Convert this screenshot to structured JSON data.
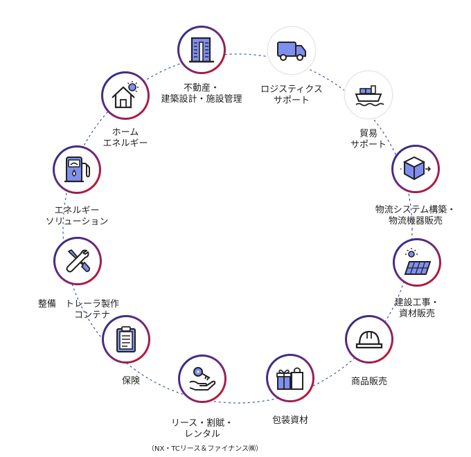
{
  "items": [
    {
      "key": "real-estate",
      "lines": [
        "不動産・",
        "建築設計・施設管理"
      ]
    },
    {
      "key": "logistics",
      "lines": [
        "ロジスティクス",
        "サポート"
      ]
    },
    {
      "key": "trade",
      "lines": [
        "貿易",
        "サポート"
      ]
    },
    {
      "key": "distribution-systems",
      "lines": [
        "物流システム構築・",
        "物流機器販売"
      ]
    },
    {
      "key": "construction",
      "lines": [
        "建設工事・",
        "資材販売"
      ]
    },
    {
      "key": "merchandise",
      "lines": [
        "商品販売"
      ]
    },
    {
      "key": "packaging",
      "lines": [
        "包装資材"
      ]
    },
    {
      "key": "lease",
      "lines": [
        "リース・割賦・",
        "レンタル"
      ]
    },
    {
      "key": "insurance",
      "lines": [
        "保険"
      ]
    },
    {
      "key": "maintenance",
      "lines": [
        "整備"
      ]
    },
    {
      "key": "trailer",
      "lines": [
        "トレーラ製作",
        "コンテナ"
      ]
    },
    {
      "key": "energy-solution",
      "lines": [
        "エネルギー",
        "ソリューション"
      ]
    },
    {
      "key": "home-energy",
      "lines": [
        "ホーム",
        "エネルギー"
      ]
    }
  ],
  "lease_note": "（NX・TCリース＆ファイナンス㈱）",
  "colors": {
    "ring_start": "#1e2f8c",
    "ring_end": "#d8101c",
    "icon_fill": "#7f8ff0",
    "icon_stroke": "#222222",
    "dotted_line": "#3a4fa8"
  }
}
